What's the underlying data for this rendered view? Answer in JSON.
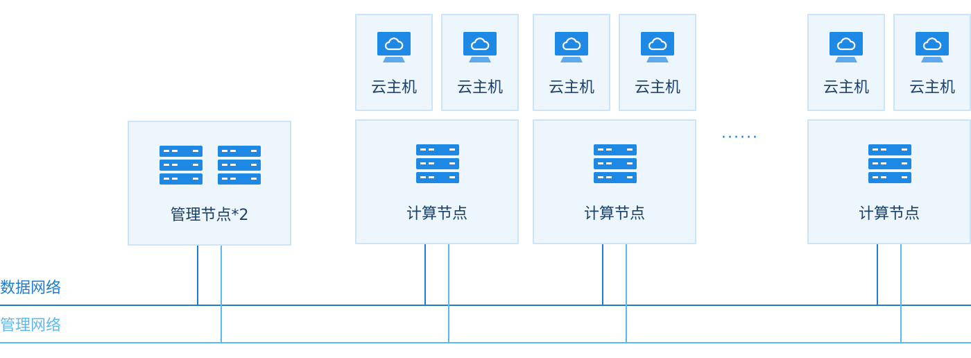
{
  "vm_label": "云主机",
  "compute_node_label": "计算节点",
  "management_node_label": "管理节点*2",
  "ellipsis": "······",
  "networks": {
    "data": "数据网络",
    "management": "管理网络"
  },
  "colors": {
    "box_fill": "#eef6fd",
    "box_border": "#cde4f6",
    "data_network": "#1d7cd0",
    "management_network": "#5cb9ef",
    "icon_blue": "#1e88e5",
    "text": "#1b3f66"
  },
  "icons": {
    "vm": "cloud-monitor-icon",
    "server": "server-rack-icon"
  }
}
